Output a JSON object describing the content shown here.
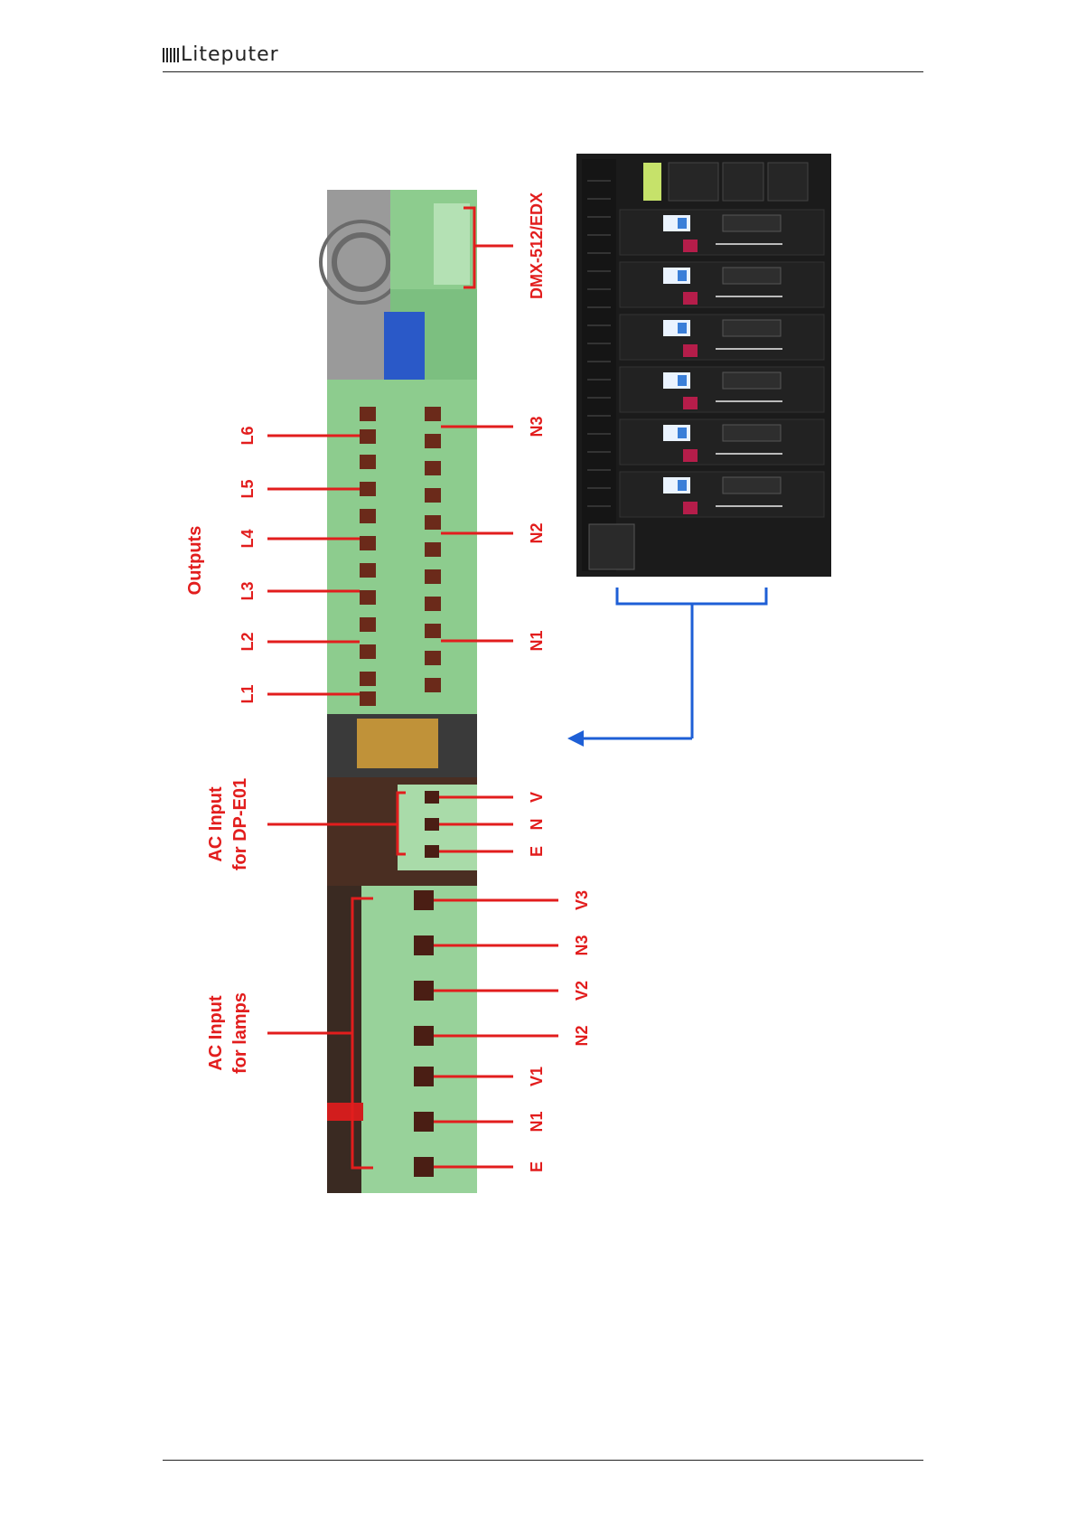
{
  "header": {
    "brand": "Liteputer"
  },
  "colors": {
    "label_red": "#e21d1d",
    "arrow_blue": "#1e5fd6",
    "board_green": "#8dcc8e",
    "rack_black": "#1b1b1b"
  },
  "labels": {
    "dmx": "DMX-512/EDX",
    "outputs": "Outputs",
    "l6": "L6",
    "l5": "L5",
    "l4": "L4",
    "l3": "L3",
    "l2": "L2",
    "l1": "L1",
    "n3_top": "N3",
    "n2_top": "N2",
    "n1_top": "N1",
    "v": "V",
    "n": "N",
    "e_top": "E",
    "ac_dp_1": "AC Input",
    "ac_dp_2": "for DP-E01",
    "ac_lamps_1": "AC Input",
    "ac_lamps_2": "for lamps",
    "v3": "V3",
    "n3_bot": "N3",
    "v2": "V2",
    "n2_bot": "N2",
    "v1": "V1",
    "n1_bot": "N1",
    "e_bot": "E"
  }
}
